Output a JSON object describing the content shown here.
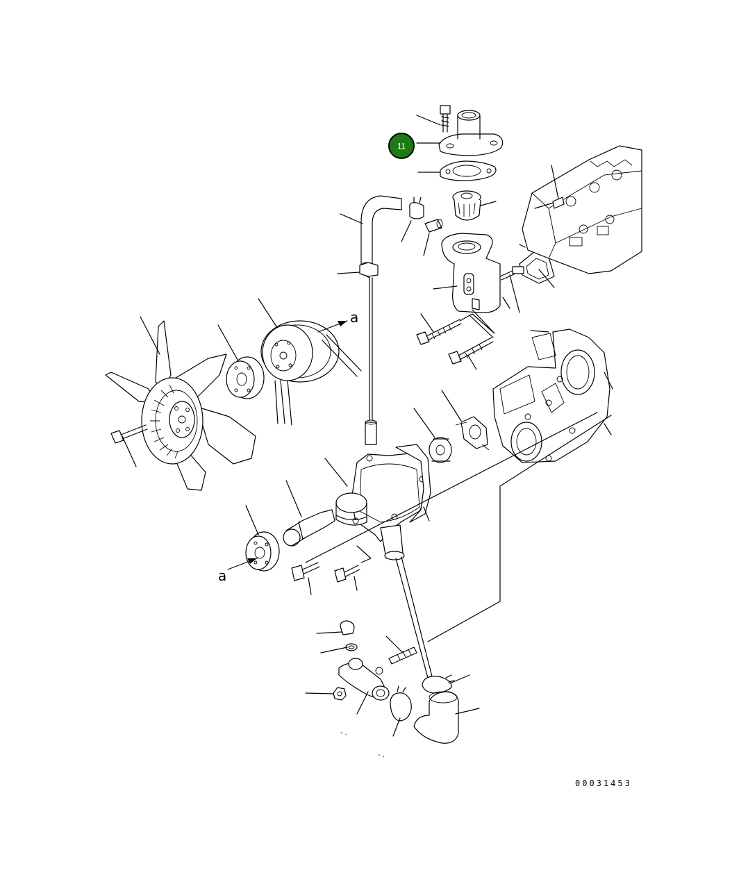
{
  "diagram": {
    "callout": {
      "number": "11",
      "color": "#1e7a12",
      "border": "#000000"
    },
    "reference_letters": [
      "a",
      "a"
    ],
    "drawing_number": "00031453",
    "stray_marks": [
      "- .",
      "- ."
    ]
  }
}
